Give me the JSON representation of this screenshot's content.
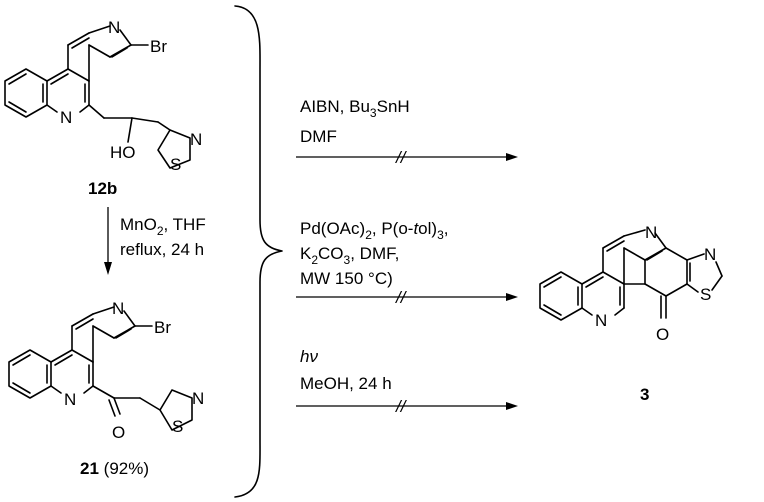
{
  "compounds": {
    "c12b": {
      "label": "12b",
      "atoms": {
        "n_pyridine": "N",
        "br": "Br",
        "n_quinoline": "N",
        "ho": "HO",
        "n_thiazole": "N",
        "s_thiazole": "S"
      }
    },
    "c21": {
      "label": "21",
      "yield": "(92%)",
      "atoms": {
        "n_pyridine": "N",
        "br": "Br",
        "n_quinoline": "N",
        "o_carbonyl": "O",
        "n_thiazole": "N",
        "s_thiazole": "S"
      }
    },
    "c3": {
      "label": "3",
      "atoms": {
        "n_pyridine": "N",
        "n_thiazole": "N",
        "n_quinoline": "N",
        "s_thiazole": "S",
        "o_carbonyl": "O"
      }
    }
  },
  "oxidation": {
    "line1_a": "MnO",
    "line1_sub": "2",
    "line1_b": ", THF",
    "line2": "reflux, 24 h"
  },
  "routes": [
    {
      "line1": [
        "AIBN, Bu",
        "3",
        "SnH"
      ],
      "line2": "DMF",
      "failed_mark": "//"
    },
    {
      "line1": [
        "Pd(OAc)",
        "2",
        ", P(o-",
        "t",
        "ol)",
        "3",
        ","
      ],
      "line2": [
        "K",
        "2",
        "CO",
        "3",
        ", DMF,"
      ],
      "line3": "MW 150 °C)",
      "failed_mark": "//"
    },
    {
      "line1": "hν",
      "line2": "MeOH, 24 h",
      "failed_mark": "//"
    }
  ]
}
